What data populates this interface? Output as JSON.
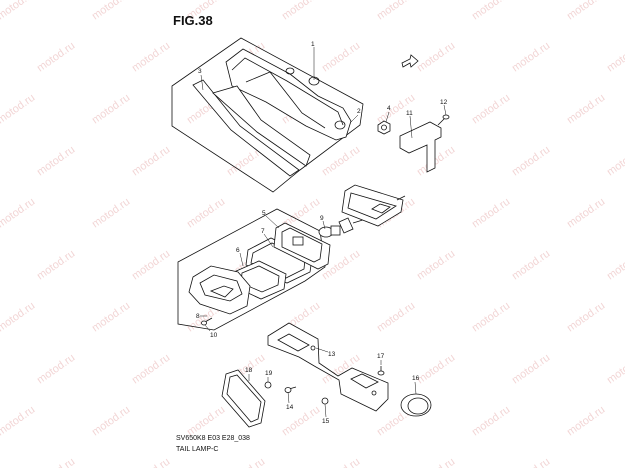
{
  "figure": {
    "title": "FIG.38",
    "code": "SV650K8 E03 E28_038",
    "caption": "TAIL LAMP-C"
  },
  "watermark": "motod.ru",
  "parts": [
    "1",
    "2",
    "3",
    "4",
    "5",
    "6",
    "7",
    "8",
    "9",
    "10",
    "11",
    "12",
    "13",
    "14",
    "15",
    "16",
    "17",
    "18",
    "19"
  ],
  "colors": {
    "line": "#111111",
    "watermark": "#e8b4b4"
  }
}
